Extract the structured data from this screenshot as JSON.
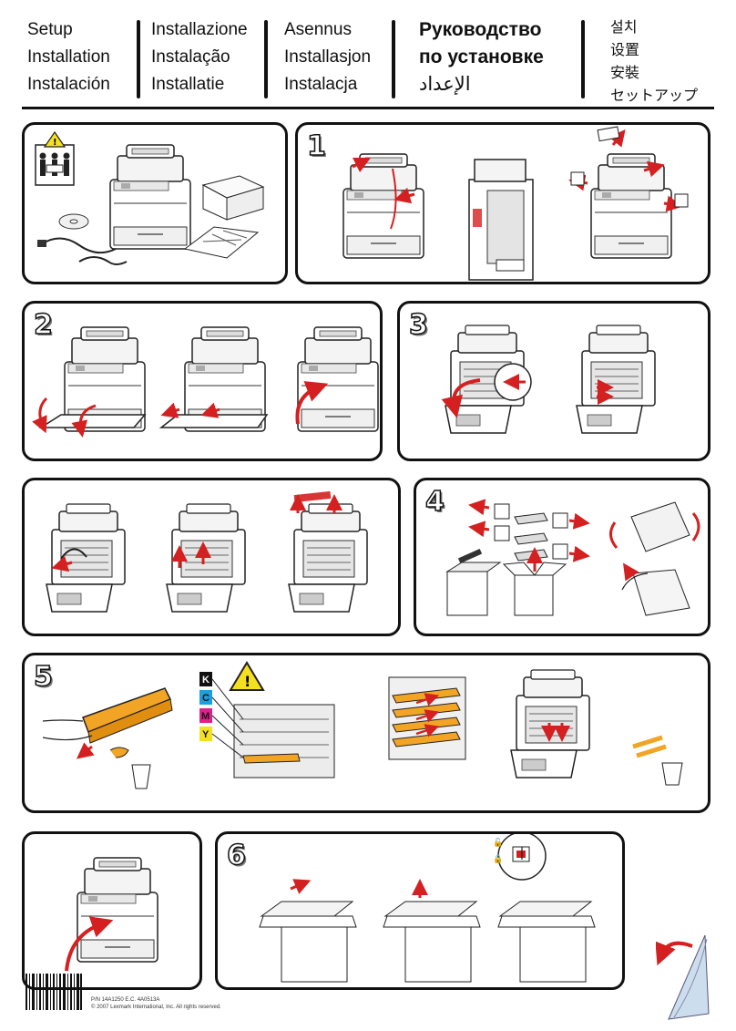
{
  "header": {
    "col1": [
      "Setup",
      "Installation",
      "Instalación"
    ],
    "col2": [
      "Installazione",
      "Instalação",
      "Installatie"
    ],
    "col3": [
      "Asennus",
      "Installasjon",
      "Instalacja"
    ],
    "col4": [
      "Руководство",
      "по установке",
      "الإعداد"
    ],
    "col5": [
      "설치",
      "设置",
      "安裝",
      "セットアップ"
    ]
  },
  "steps": {
    "s1": "1",
    "s2": "2",
    "s3": "3",
    "s4": "4",
    "s5": "5",
    "s6": "6"
  },
  "toner": {
    "k": "K",
    "c": "C",
    "m": "M",
    "y": "Y"
  },
  "colors": {
    "accent_red": "#d42020",
    "toner_orange": "#f2a424",
    "cyan": "#1aa0e0",
    "magenta": "#e0208a",
    "yellow": "#f5e020"
  },
  "footer": {
    "part": "P/N  14A1250     E.C.  4A0513A",
    "copyright": "© 2007 Lexmark International, Inc. All rights reserved."
  }
}
